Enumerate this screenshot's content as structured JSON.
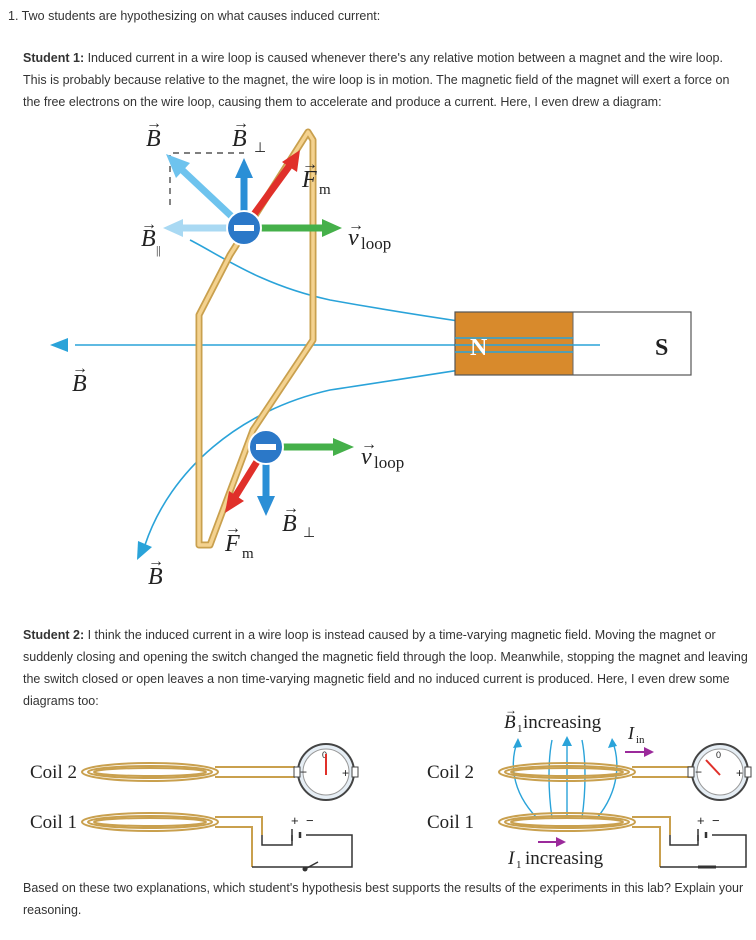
{
  "question": {
    "text": "1. Two students are hypothesizing on what causes induced current:"
  },
  "student1": {
    "label": "Student 1:",
    "text": " Induced current in a wire loop is caused whenever there's any relative motion between a magnet and the wire loop. This is probably because relative to the magnet, the wire loop is in motion. The magnetic field of the magnet will exert a force on the free electrons on the wire loop, causing them to accelerate and produce a current. Here, I even drew a diagram:"
  },
  "diagram1": {
    "b_label": "B",
    "b_perp": "B",
    "perp_sub": "⊥",
    "b_par": "B",
    "par_sub": "||",
    "fm": "F",
    "fm_sub": "m",
    "v": "v",
    "v_sub": "loop",
    "magnet_n": "N",
    "magnet_s": "S",
    "colors": {
      "wire": "#e8c06e",
      "field": "#2aa3d9",
      "velocity": "#45b04a",
      "force": "#e0302a",
      "bperp": "#2b8fd6",
      "bpar": "#a9d9f3",
      "b": "#6ec3ee",
      "magnet_n": "#d88a2c"
    }
  },
  "student2": {
    "label": "Student 2:",
    "text": " I think the induced current in a wire loop is instead caused by a time-varying magnetic field. Moving the magnet or suddenly closing and opening the switch changed the magnetic field through the loop. Meanwhile, stopping the magnet and leaving the switch closed or open leaves a non time-varying magnetic field and no induced current is produced. Here, I even drew some diagrams too:"
  },
  "diagram2": {
    "coil2": "Coil 2",
    "coil1": "Coil 1",
    "coil2_r": "Coil 2",
    "coil1_r": "Coil 1",
    "b1_increasing": "increasing",
    "b1": "B",
    "b1_sub": "1",
    "i1_increasing": "increasing",
    "i1": "I",
    "i1_sub": "1",
    "i_in": "I",
    "i_in_sub": "in",
    "meter_zero": "0",
    "minus": "−",
    "plus": "+"
  },
  "prompt": {
    "text": "Based on these two explanations, which student's hypothesis best supports the results of the  experiments in this lab? Explain your reasoning."
  }
}
